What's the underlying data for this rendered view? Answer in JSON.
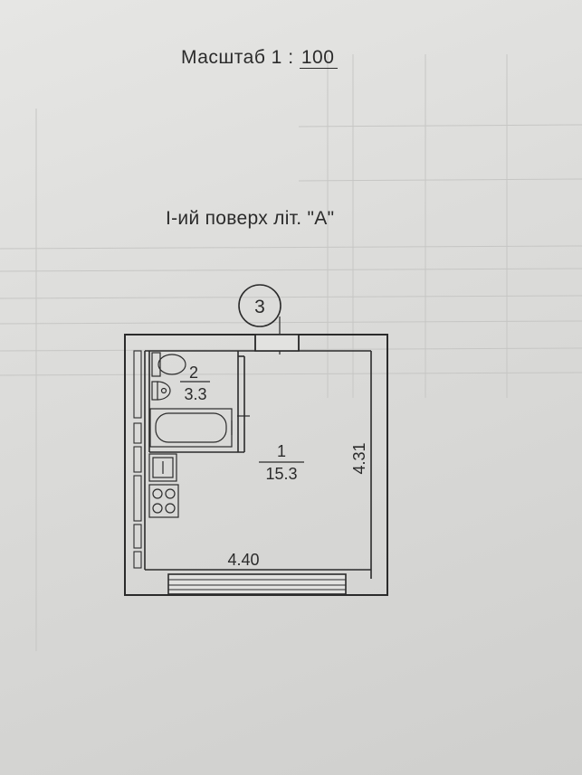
{
  "document": {
    "scale_label": "Масштаб 1 :",
    "scale_value": "100",
    "floor_title": "І-ий поверх літ. \"А\""
  },
  "plan": {
    "unit_number": "3",
    "rooms": [
      {
        "number": "1",
        "area": "15.3"
      },
      {
        "number": "2",
        "area": "3.3"
      }
    ],
    "dimensions": {
      "width": "4.40",
      "depth": "4.31"
    }
  },
  "colors": {
    "ink": "#2b2b2b",
    "paper": "#e0e0de"
  }
}
